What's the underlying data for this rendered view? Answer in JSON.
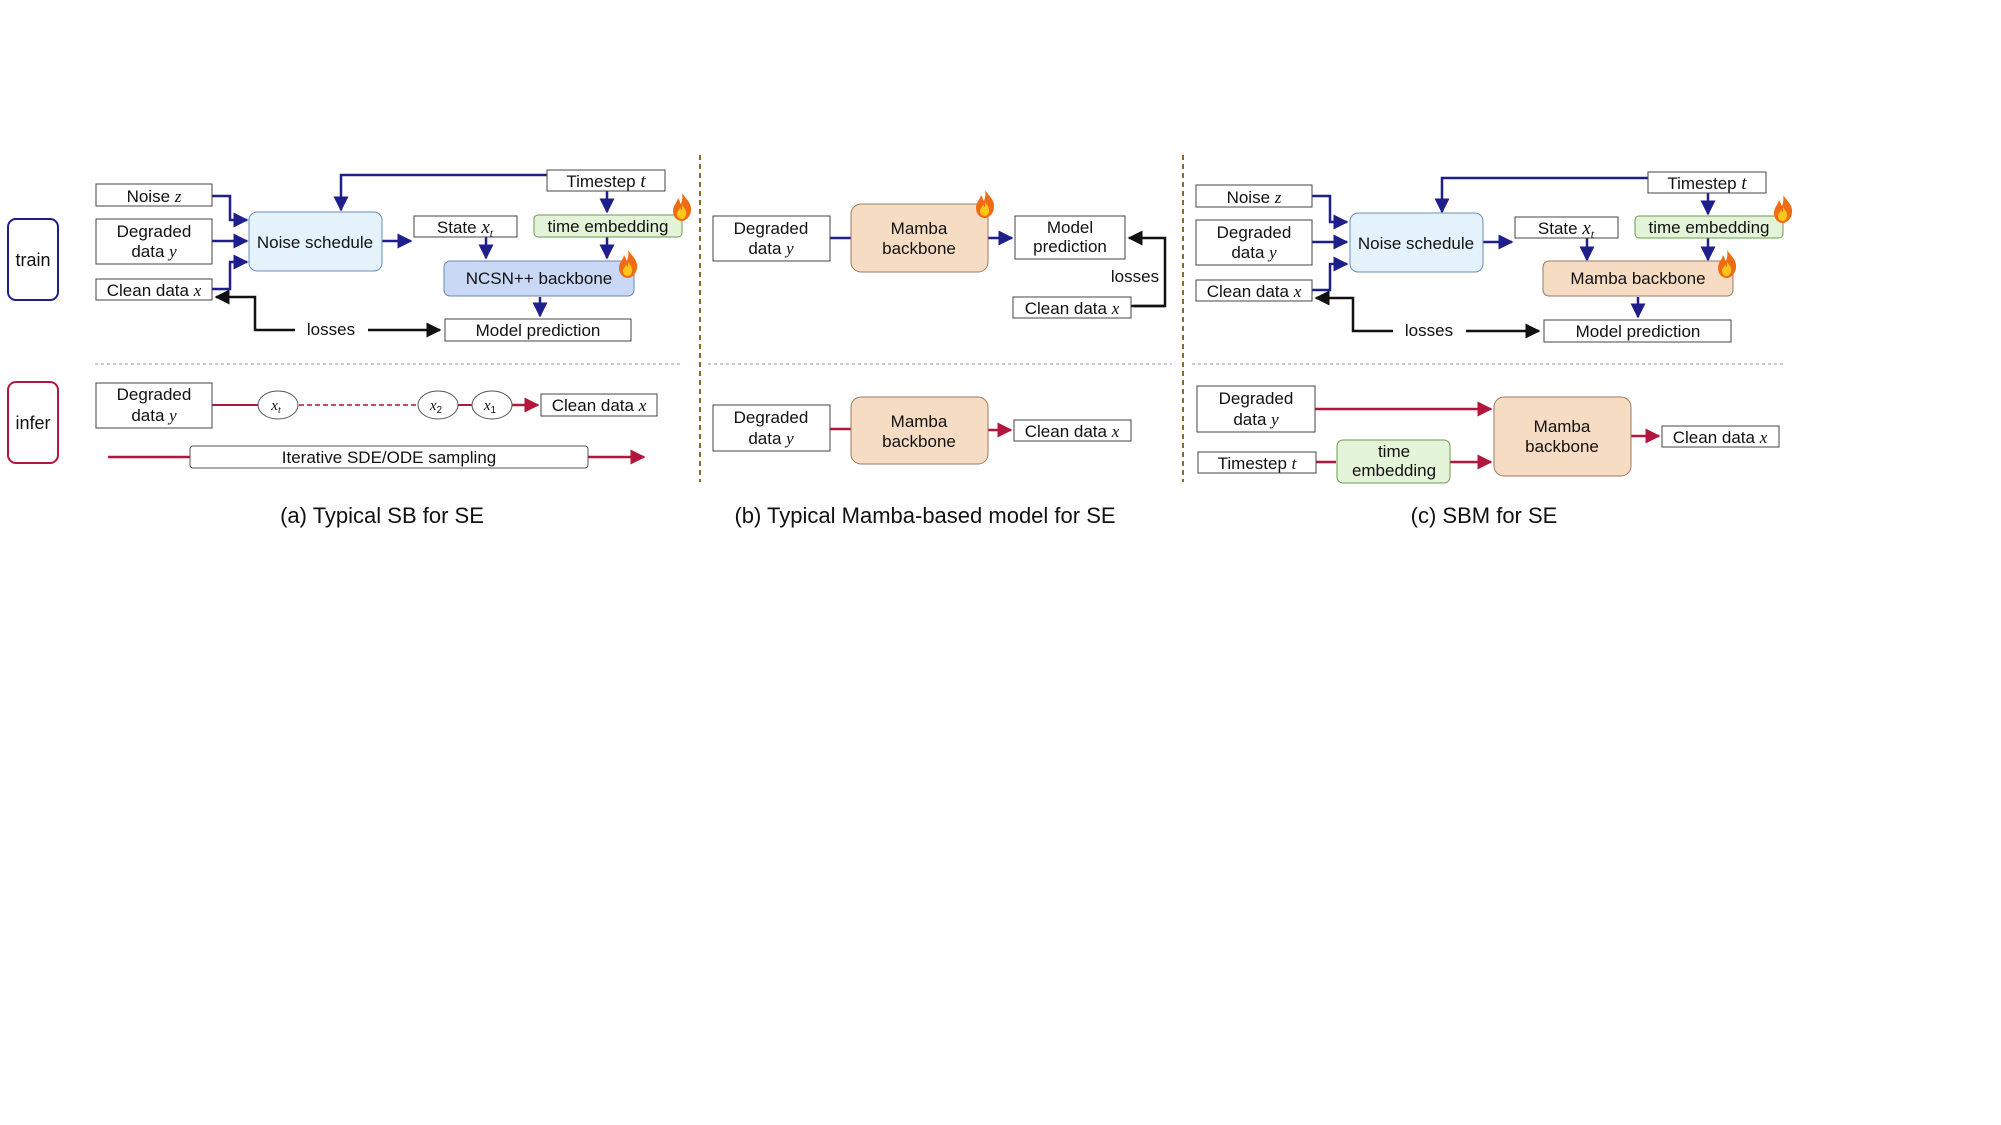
{
  "side_labels": {
    "train": "train",
    "infer": "infer"
  },
  "colors": {
    "navy": "#1f1f8c",
    "crimson": "#b3163c",
    "light_blue_box": "#e3f2fb",
    "mid_blue_box": "#c9d9f5",
    "peach_box": "#f7dcc4",
    "green_box": "#e4f4d8",
    "divider": "#8c6a2a"
  },
  "panel_a": {
    "noise": "Noise",
    "noise_var": "z",
    "degraded_line1": "Degraded",
    "degraded_line2": "data",
    "degraded_var": "y",
    "clean": "Clean data",
    "clean_var": "x",
    "noise_schedule": "Noise schedule",
    "state": "State",
    "state_var": "x",
    "state_sub": "t",
    "timestep": "Timestep",
    "timestep_var": "t",
    "time_embedding": "time embedding",
    "backbone": "NCSN++ backbone",
    "losses": "losses",
    "model_prediction": "Model prediction",
    "infer_degraded_line1": "Degraded",
    "infer_degraded_line2": "data",
    "infer_degraded_var": "y",
    "x_t": "x",
    "x_t_sub": "t",
    "x_2": "x",
    "x_2_sub": "2",
    "x_1": "x",
    "x_1_sub": "1",
    "infer_clean": "Clean data",
    "infer_clean_var": "x",
    "sampling": "Iterative SDE/ODE sampling",
    "caption": "(a) Typical SB for SE"
  },
  "panel_b": {
    "degraded_line1": "Degraded",
    "degraded_line2": "data",
    "degraded_var": "y",
    "backbone_line1": "Mamba",
    "backbone_line2": "backbone",
    "pred_line1": "Model",
    "pred_line2": "prediction",
    "losses": "losses",
    "clean": "Clean data",
    "clean_var": "x",
    "infer_degraded_line1": "Degraded",
    "infer_degraded_line2": "data",
    "infer_degraded_var": "y",
    "infer_backbone_line1": "Mamba",
    "infer_backbone_line2": "backbone",
    "infer_clean": "Clean data",
    "infer_clean_var": "x",
    "caption": "(b) Typical Mamba-based model for SE"
  },
  "panel_c": {
    "noise": "Noise",
    "noise_var": "z",
    "degraded_line1": "Degraded",
    "degraded_line2": "data",
    "degraded_var": "y",
    "clean": "Clean data",
    "clean_var": "x",
    "noise_schedule": "Noise schedule",
    "state": "State",
    "state_var": "x",
    "state_sub": "t",
    "timestep": "Timestep",
    "timestep_var": "t",
    "time_embedding": "time embedding",
    "backbone": "Mamba backbone",
    "losses": "losses",
    "model_prediction": "Model prediction",
    "infer_degraded_line1": "Degraded",
    "infer_degraded_line2": "data",
    "infer_degraded_var": "y",
    "infer_timestep": "Timestep",
    "infer_timestep_var": "t",
    "infer_te_line1": "time",
    "infer_te_line2": "embedding",
    "infer_backbone_line1": "Mamba",
    "infer_backbone_line2": "backbone",
    "infer_clean": "Clean data",
    "infer_clean_var": "x",
    "caption": "(c) SBM for SE"
  }
}
